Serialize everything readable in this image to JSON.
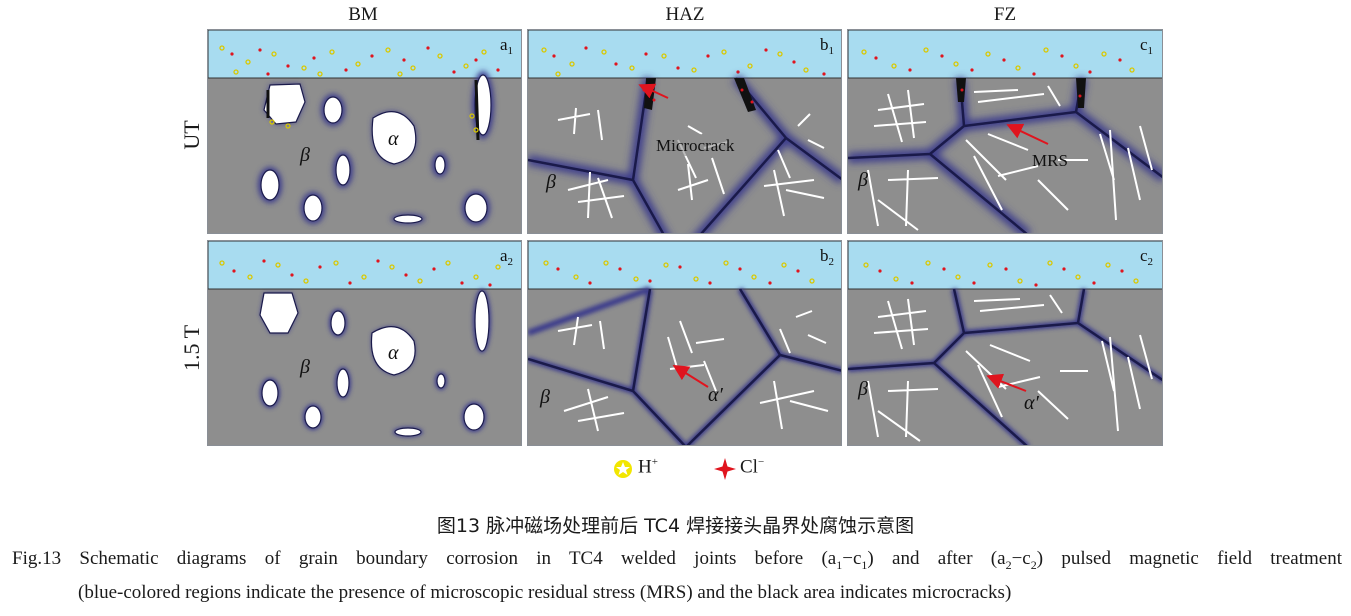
{
  "columns": [
    "BM",
    "HAZ",
    "FZ"
  ],
  "rows": [
    "UT",
    "1.5 T"
  ],
  "panels": {
    "a1": {
      "tag": "a",
      "sub": "1",
      "labels": {
        "alpha": "α",
        "beta": "β"
      }
    },
    "b1": {
      "tag": "b",
      "sub": "1",
      "labels": {
        "beta": "β",
        "microcrack": "Microcrack"
      }
    },
    "c1": {
      "tag": "c",
      "sub": "1",
      "labels": {
        "beta": "β",
        "mrs": "MRS"
      }
    },
    "a2": {
      "tag": "a",
      "sub": "2",
      "labels": {
        "alpha": "α",
        "beta": "β"
      }
    },
    "b2": {
      "tag": "b",
      "sub": "2",
      "labels": {
        "beta": "β",
        "alpha_prime": "α′"
      }
    },
    "c2": {
      "tag": "c",
      "sub": "2",
      "labels": {
        "beta": "β",
        "alpha_prime": "α′"
      }
    }
  },
  "legend": {
    "h_label": "H",
    "h_sup": "+",
    "cl_label": "Cl",
    "cl_sup": "−"
  },
  "colors": {
    "solution": "#a8dcf0",
    "matrix": "#8e8e8e",
    "boundary": "#1a1a4a",
    "stress_glow": "#4a4a9a",
    "h_ion": "#f2e600",
    "cl_ion": "#e0141e",
    "arrow": "#e0141e"
  },
  "caption": {
    "cn": "图13  脉冲磁场处理前后 TC4 焊接接头晶界处腐蚀示意图",
    "en_prefix": "Fig.13  Schematic diagrams of grain boundary corrosion in TC4 welded joints before (a",
    "en_s1": "1",
    "en_m1": "−c",
    "en_s2": "1",
    "en_mid": ") and after (a",
    "en_s3": "2",
    "en_m2": "−c",
    "en_s4": "2",
    "en_suffix": ") pulsed magnetic field treatment",
    "en_line2": "(blue-colored regions indicate the presence of microscopic residual stress (MRS) and the black area indicates microcracks)"
  }
}
